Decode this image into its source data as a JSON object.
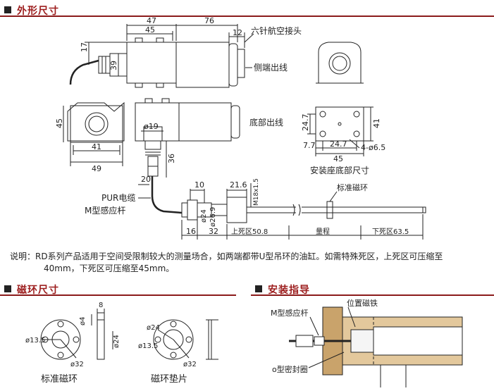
{
  "sections": {
    "dimensions": "外形尺寸",
    "magnet_ring": "磁环尺寸",
    "install_guide": "安装指导"
  },
  "note_lines": [
    "说明：RD系列产品适用于空间受限制较大的测量场合，如两端都带U型吊环的油缸。如需特殊死区，上死区可压缩至",
    "40mm，下死区可压缩至45mm。"
  ],
  "dims": {
    "d47": "47",
    "d45": "45",
    "d76": "76",
    "d12": "12",
    "d17": "17",
    "d39": "39",
    "d45v": "45",
    "d41": "41",
    "d49": "49",
    "d19": "ø19",
    "d36": "36",
    "d20": "20",
    "d10": "10",
    "d216": "21.6",
    "m18": "M18x1.5",
    "d24": "ø24",
    "d269": "ø26.9",
    "d16": "16",
    "d32": "32",
    "d247v": "24.7",
    "d41v": "41",
    "d77": "7.7",
    "d247h": "24.7",
    "d45b": "45",
    "hole": "4-ø6.5"
  },
  "labels": {
    "six_pin": "六针航空接头",
    "side_out": "侧端出线",
    "bottom_out": "底部出线",
    "pur_cable": "PUR电缆",
    "m_rod": "M型感应杆",
    "std_ring": "标准磁环",
    "mount_base": "安装座底部尺寸",
    "upper_dead": "上死区50.8",
    "range": "量程",
    "lower_dead": "下死区63.5"
  },
  "ring": {
    "d4": "ø4",
    "d8": "8",
    "d135": "ø13.5",
    "d24": "ø24",
    "d32": "ø32",
    "d24b": "ø24",
    "d135b": "ø13.5",
    "d32b": "ø32",
    "std_ring": "标准磁环",
    "spacer": "磁环垫片"
  },
  "install": {
    "m_rod": "M型感应杆",
    "pos_magnet": "位置磁铁",
    "o_ring": "o型密封圈"
  }
}
